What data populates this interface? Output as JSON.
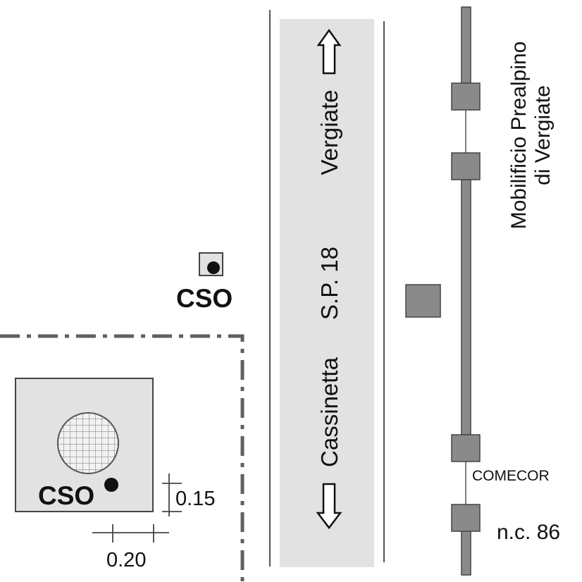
{
  "road": {
    "name": "S.P. 18",
    "direction_up": "Vergiate",
    "direction_down": "Cassinetta"
  },
  "labels": {
    "building": "Mobilificio Prealpino",
    "building_line2": "di Vergiate",
    "cso_top": "CSO",
    "cso_bottom": "CSO",
    "company": "COMECOR",
    "civic_number": "n.c. 86",
    "dim_vertical": "0.15",
    "dim_horizontal": "0.20"
  },
  "colors": {
    "road_fill": "#e2e2e2",
    "post_fill": "#8a8a8a",
    "line": "#555555",
    "boundary": "#606060"
  }
}
